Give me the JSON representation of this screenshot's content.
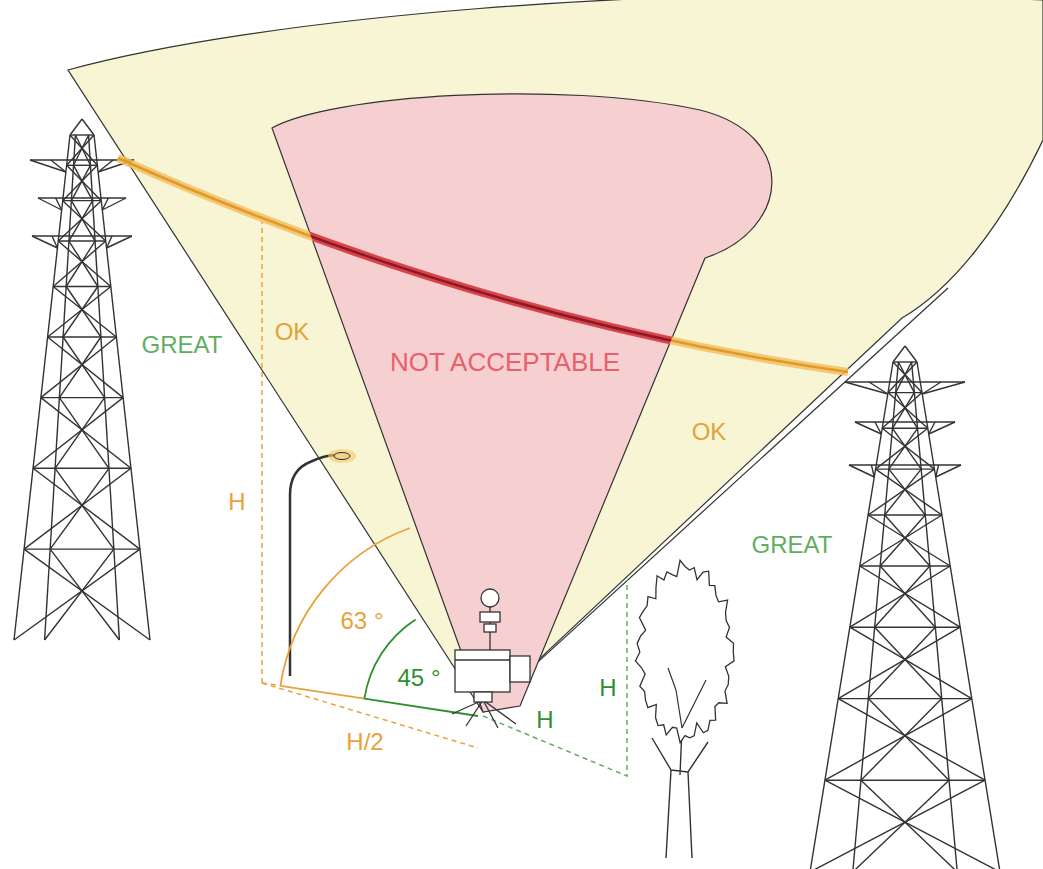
{
  "diagram": {
    "labels": [
      "GREAT",
      "OK",
      "NOT ACCEPTABLE",
      "OK",
      "H",
      "GREAT",
      "63 °",
      "45 °",
      "H",
      "H",
      "H/2"
    ]
  }
}
